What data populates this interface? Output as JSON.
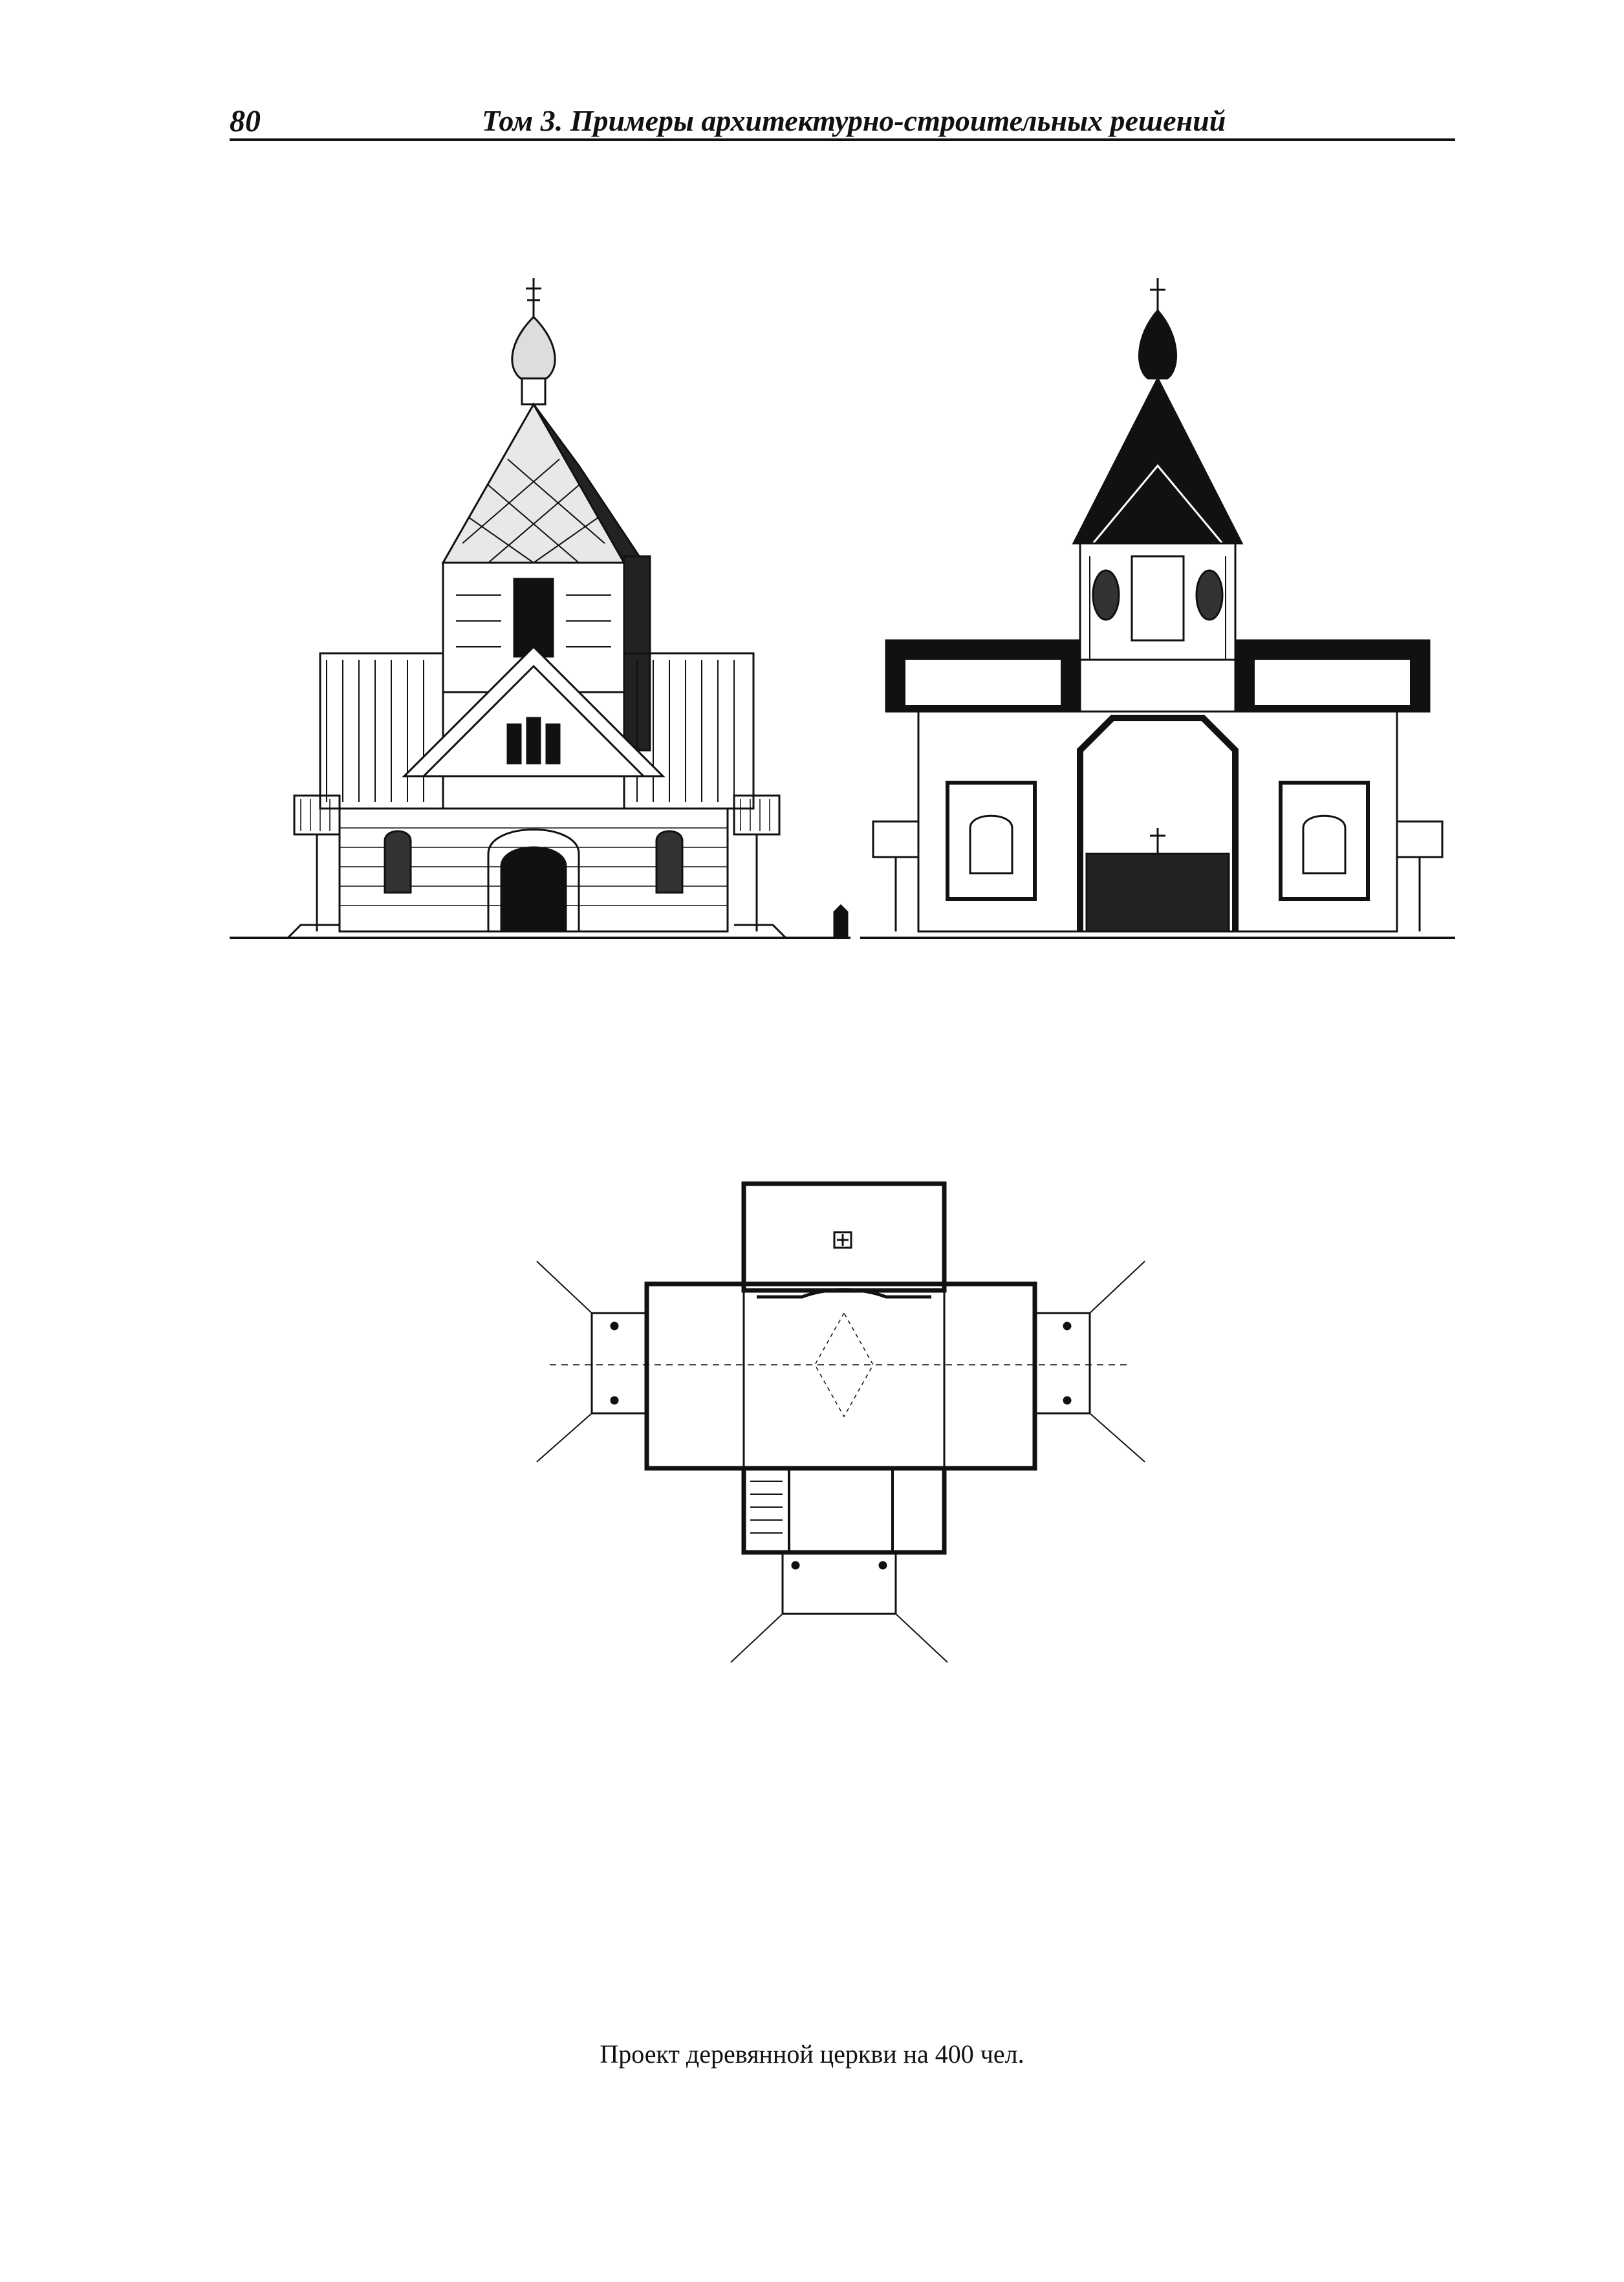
{
  "header": {
    "page_number": "80",
    "title": "Том 3. Примеры архитектурно-строительных решений"
  },
  "figures": {
    "front_elevation": {
      "icon": "church-facade-drawing"
    },
    "section": {
      "icon": "church-section-drawing"
    },
    "plan": {
      "icon": "church-floor-plan-drawing"
    }
  },
  "caption": "Проект деревянной церкви на 400 чел."
}
